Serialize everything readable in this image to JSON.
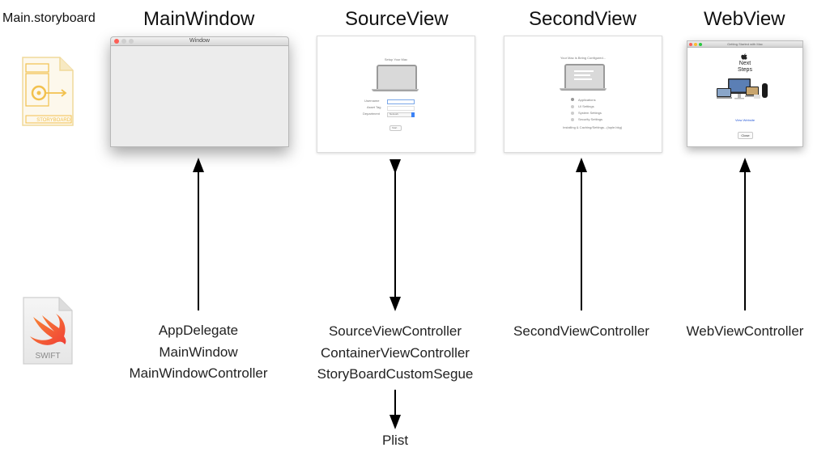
{
  "header": {
    "storyboard_label": "Main.storyboard"
  },
  "columns": [
    {
      "title": "MainWindow",
      "window_title": "Window",
      "controllers": [
        "AppDelegate",
        "MainWindow",
        "MainWindowController"
      ]
    },
    {
      "title": "SourceView",
      "screen_text": "Setup Your Mac",
      "fields": [
        "Username",
        "Asset Tag",
        "Department"
      ],
      "field_values": [
        "",
        "",
        "Network"
      ],
      "button_label": "Start",
      "controllers": [
        "SourceViewController",
        "ContainerViewController",
        "StoryBoardCustomSegue"
      ],
      "extra_output": "Plist"
    },
    {
      "title": "SecondView",
      "screen_text": "Your Mac is Being Configured...",
      "steps": [
        "Applications",
        "UI Settings",
        "System Settings",
        "Security Settings"
      ],
      "status_text": "Installing & Caching/Settings...(tuple.bkg)",
      "controllers": [
        "SecondViewController"
      ]
    },
    {
      "title": "WebView",
      "window_title": "Getting Started with Mac",
      "heading_line1": "Next",
      "heading_line2": "Steps",
      "link_text": "View Website",
      "button_label": "Close",
      "controllers": [
        "WebViewController"
      ]
    }
  ],
  "icons": {
    "storyboard_file": "storyboard-file-icon",
    "storyboard_text": "STORYBOARD",
    "swift_file": "swift-file-icon",
    "swift_text": "SWIFT"
  },
  "colors": {
    "arrow": "#000000",
    "swift_orange": "#f05138",
    "storyboard_yellow": "#f2c14e",
    "close_red": "#fc5f57",
    "min_yellow": "#fdbc2e",
    "max_green": "#28c840",
    "link_blue": "#2a5bd7"
  }
}
